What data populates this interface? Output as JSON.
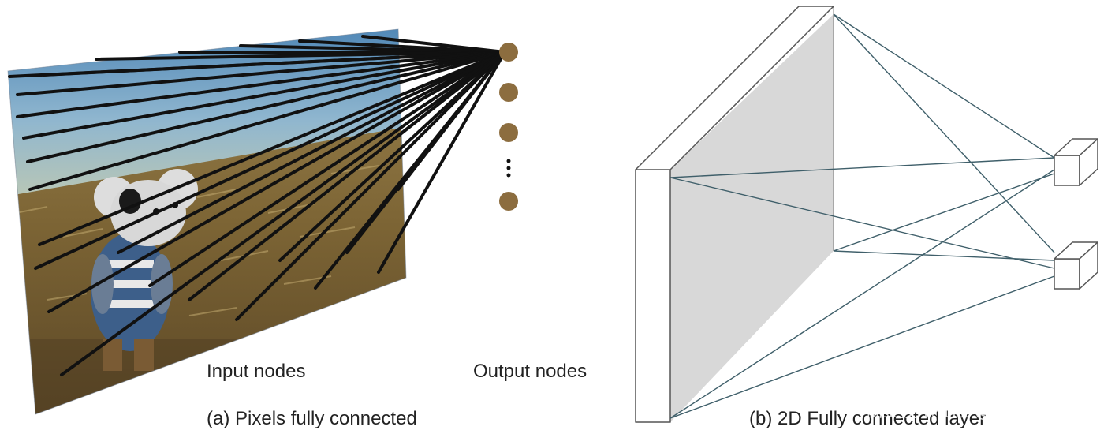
{
  "panel_a": {
    "input_label": "Input nodes",
    "output_label": "Output nodes",
    "caption": "(a) Pixels fully connected",
    "output_ellipsis": "⋮",
    "node_color": "#8c6d3f",
    "line_color": "#111111",
    "photo_subject": "stuffed koala toy standing in a wheat field under a blue sky"
  },
  "panel_b": {
    "caption": "(b) 2D Fully connected layer",
    "plane_fill": "#d8d8d8",
    "line_color": "#3f5f6a"
  },
  "watermark": "掘金技术社区 @ 布客飞龙"
}
